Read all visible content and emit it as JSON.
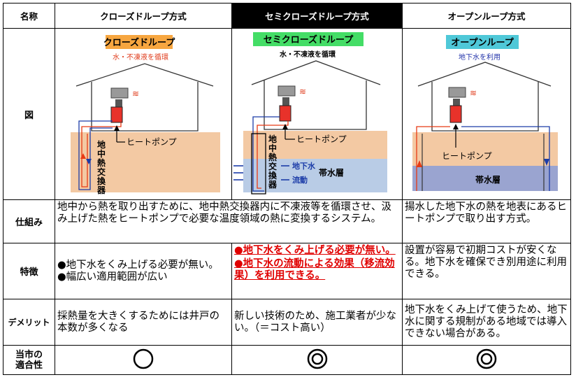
{
  "header": {
    "name_label": "名称",
    "col1": "クローズドループ方式",
    "col2": "セミクローズドループ方式",
    "col3": "オープンループ方式"
  },
  "rows": {
    "figure": "図",
    "mechanism": "仕組み",
    "features": "特徴",
    "demerits": "デメリット",
    "suitability_line1": "当市の",
    "suitability_line2": "適合性"
  },
  "diagrams": {
    "closed": {
      "title": "クローズドループ",
      "subtitle": "水・不凍液を循環",
      "exchanger": [
        "地",
        "中",
        "熱",
        "交",
        "換",
        "器"
      ],
      "heatpump": "ヒートポンプ",
      "title_bg": "#f7a640",
      "subtitle_color": "#e03c1c"
    },
    "semi": {
      "title": "セミクローズドループ",
      "subtitle": "水・不凍液を循環",
      "exchanger": [
        "地",
        "中",
        "熱",
        "交",
        "換",
        "器"
      ],
      "heatpump": "ヒートポンプ",
      "groundwater_line1": "地下水",
      "groundwater_line2": "流動",
      "aquifer": "帯水層",
      "title_bg": "#44dd66"
    },
    "open": {
      "title": "オープンループ",
      "subtitle": "地下水を利用",
      "heatpump": "ヒートポンプ",
      "aquifer": "帯水層",
      "title_bg": "#4fc8d8",
      "subtitle_color": "#2233aa"
    }
  },
  "mechanism": {
    "shared": "地中から熱を取り出すために、地中熱交換器内に不凍液等を循環させ、汲み上げた熱をヒートポンプで必要な温度領域の熱に変換するシステム。",
    "open": "揚水した地下水の熱を地表にあるヒートポンプで取り出す方式。"
  },
  "features": {
    "closed": [
      "●地下水をくみ上げる必要が無い。",
      "●幅広い適用範囲が広い"
    ],
    "semi": [
      "●地下水をくみ上げる必要が無い。",
      "●地下水の流動による効果（移流効果）を利用できる。"
    ],
    "open": "設置が容易で初期コストが安くなる。地下水を確保でき別用途に利用できる。"
  },
  "demerits": {
    "closed": "採熱量を大きくするためには井戸の本数が多くなる",
    "semi": "新しい技術のため、施工業者が少ない。（＝コスト高い）",
    "open": "地下水をくみ上げて使うため、地下水に関する規制がある地域では導入できない場合がある。"
  },
  "suitability": {
    "closed": "single-circle",
    "semi": "double-circle",
    "open": "double-circle"
  },
  "colors": {
    "soil": "#f3c9a3",
    "aquifer": "#b9cce6",
    "aquifer_open": "#9aa4d0",
    "heatpump": "#e8322a",
    "arrow_red": "#e83a14",
    "arrow_blue": "#1c3ca8",
    "header_dark": "#000000"
  }
}
